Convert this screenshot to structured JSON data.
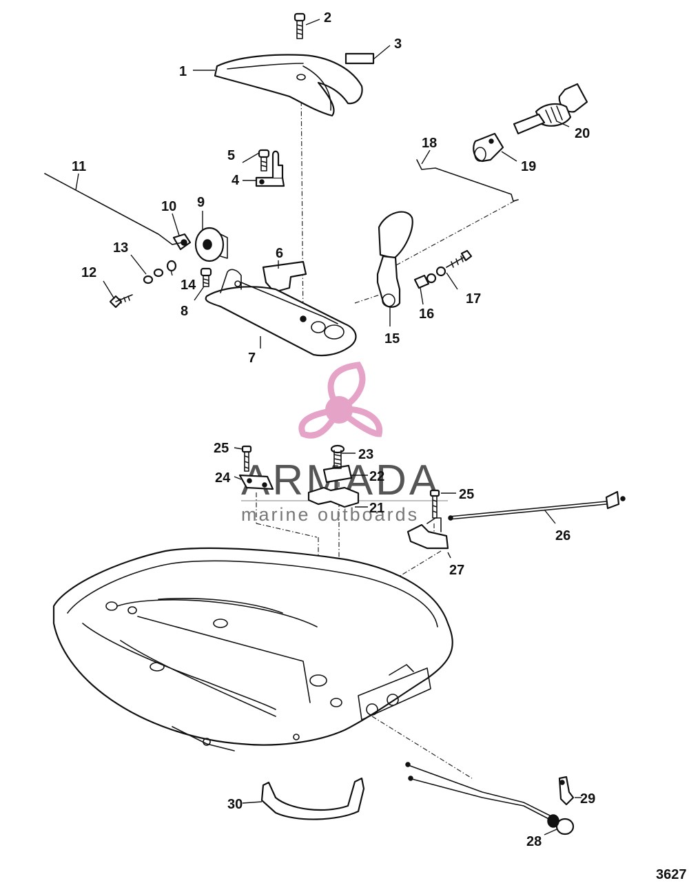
{
  "callouts": {
    "c1": "1",
    "c2": "2",
    "c3": "3",
    "c4": "4",
    "c5": "5",
    "c6": "6",
    "c7": "7",
    "c8": "8",
    "c9": "9",
    "c10": "10",
    "c11": "11",
    "c12": "12",
    "c13": "13",
    "c14": "14",
    "c15": "15",
    "c16": "16",
    "c17": "17",
    "c18": "18",
    "c19": "19",
    "c20": "20",
    "c21": "21",
    "c22": "22",
    "c23": "23",
    "c24": "24",
    "c25a": "25",
    "c25b": "25",
    "c26": "26",
    "c27": "27",
    "c28": "28",
    "c29": "29",
    "c30": "30"
  },
  "figure_number": "3627",
  "watermark": {
    "title": "ARMADA",
    "subtitle": "marine outboards",
    "logo_color": "#e6a3c8",
    "text_color": "#555555"
  }
}
